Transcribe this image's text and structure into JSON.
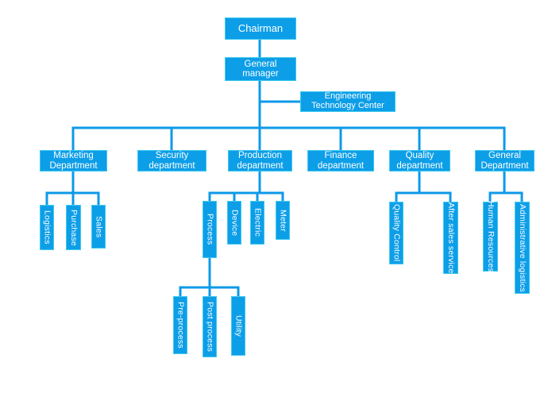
{
  "colors": {
    "node_fill": "#0d9ee8",
    "node_border": "#3cc9ef",
    "connector_line": "#0d99e8",
    "node_text": "#ffffff",
    "background": "#ffffff"
  },
  "nodes": {
    "chairman": {
      "label": "Chairman"
    },
    "general_manager": {
      "label": "General manager"
    },
    "engineering_technology_center": {
      "label": "Engineering Technology Center"
    },
    "marketing_department": {
      "label": "Marketing Department"
    },
    "security_department": {
      "label": "Security department"
    },
    "production_department": {
      "label": "Production department"
    },
    "finance_department": {
      "label": "Finance department"
    },
    "quality_department": {
      "label": "Quality department"
    },
    "general_department": {
      "label": "General Department"
    },
    "logistics": {
      "label": "Logistics"
    },
    "purchase": {
      "label": "Purchase"
    },
    "sales": {
      "label": "Sales"
    },
    "process": {
      "label": "Process"
    },
    "device": {
      "label": "Device"
    },
    "electric": {
      "label": "Electric"
    },
    "meter": {
      "label": "Meter"
    },
    "pre_process": {
      "label": "Pre-process"
    },
    "post_process": {
      "label": "Post process"
    },
    "utility": {
      "label": "Utility"
    },
    "quality_control": {
      "label": "Quality Control"
    },
    "after_sales_service": {
      "label": "After sales service"
    },
    "human_resources": {
      "label": "Human Resources"
    },
    "administrative_logistics": {
      "label": "Administrative logistics"
    }
  },
  "edges": [
    [
      "Chairman",
      "General manager"
    ],
    [
      "General manager",
      "Engineering Technology Center"
    ],
    [
      "General manager",
      "Marketing Department"
    ],
    [
      "General manager",
      "Security department"
    ],
    [
      "General manager",
      "Production department"
    ],
    [
      "General manager",
      "Finance department"
    ],
    [
      "General manager",
      "Quality department"
    ],
    [
      "General manager",
      "General Department"
    ],
    [
      "Marketing Department",
      "Logistics"
    ],
    [
      "Marketing Department",
      "Purchase"
    ],
    [
      "Marketing Department",
      "Sales"
    ],
    [
      "Production department",
      "Process"
    ],
    [
      "Production department",
      "Device"
    ],
    [
      "Production department",
      "Electric"
    ],
    [
      "Production department",
      "Meter"
    ],
    [
      "Process",
      "Pre-process"
    ],
    [
      "Process",
      "Post process"
    ],
    [
      "Process",
      "Utility"
    ],
    [
      "Quality department",
      "Quality Control"
    ],
    [
      "Quality department",
      "After sales service"
    ],
    [
      "General Department",
      "Human Resources"
    ],
    [
      "General Department",
      "Administrative logistics"
    ]
  ]
}
